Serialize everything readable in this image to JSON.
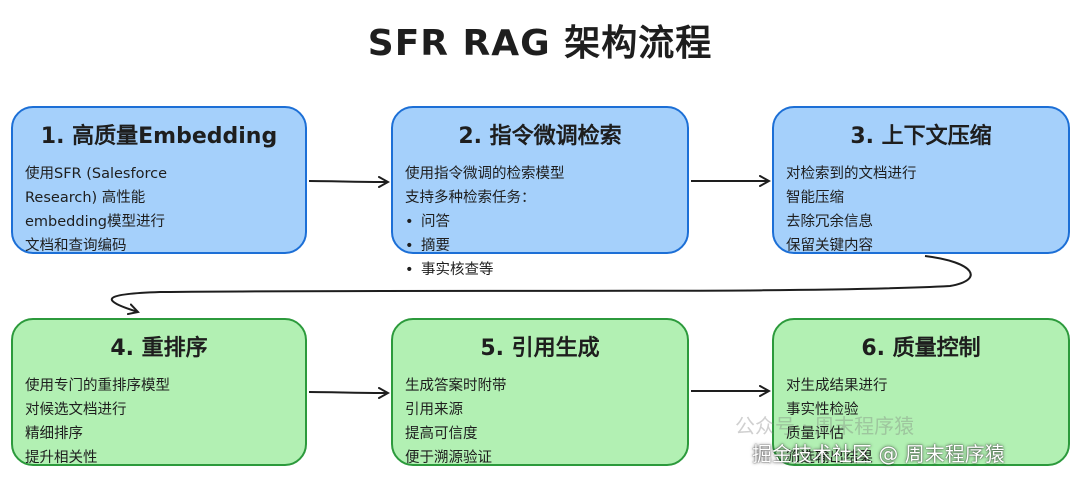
{
  "title": "SFR RAG 架构流程",
  "steps": [
    {
      "title": "1. 高质量Embedding",
      "lines": [
        "使用SFR (Salesforce",
        "Research) 高性能",
        "embedding模型进行",
        "文档和查询编码"
      ]
    },
    {
      "title": "2. 指令微调检索",
      "lines": [
        "使用指令微调的检索模型",
        "支持多种检索任务："
      ],
      "bullets": [
        "问答",
        "摘要",
        "事实核查等"
      ]
    },
    {
      "title": "3. 上下文压缩",
      "lines": [
        "对检索到的文档进行",
        "智能压缩",
        "去除冗余信息",
        "保留关键内容"
      ]
    },
    {
      "title": "4. 重排序",
      "lines": [
        "使用专门的重排序模型",
        "对候选文档进行",
        "精细排序",
        "提升相关性"
      ]
    },
    {
      "title": "5. 引用生成",
      "lines": [
        "生成答案时附带",
        "引用来源",
        "提高可信度",
        "便于溯源验证"
      ]
    },
    {
      "title": "6. 质量控制",
      "lines": [
        "对生成结果进行",
        "事实性检验",
        "质量评估",
        "筛选输出结果"
      ]
    }
  ],
  "watermarks": {
    "faint": "公众号 · 周末程序猿",
    "strong": "掘金技术社区 @ 周末程序猿"
  },
  "colors": {
    "blue_fill": "#a5d0fb",
    "blue_stroke": "#1c6fd6",
    "green_fill": "#b2f0b3",
    "green_stroke": "#2c9a3c",
    "arrow": "#1e1e1e"
  }
}
